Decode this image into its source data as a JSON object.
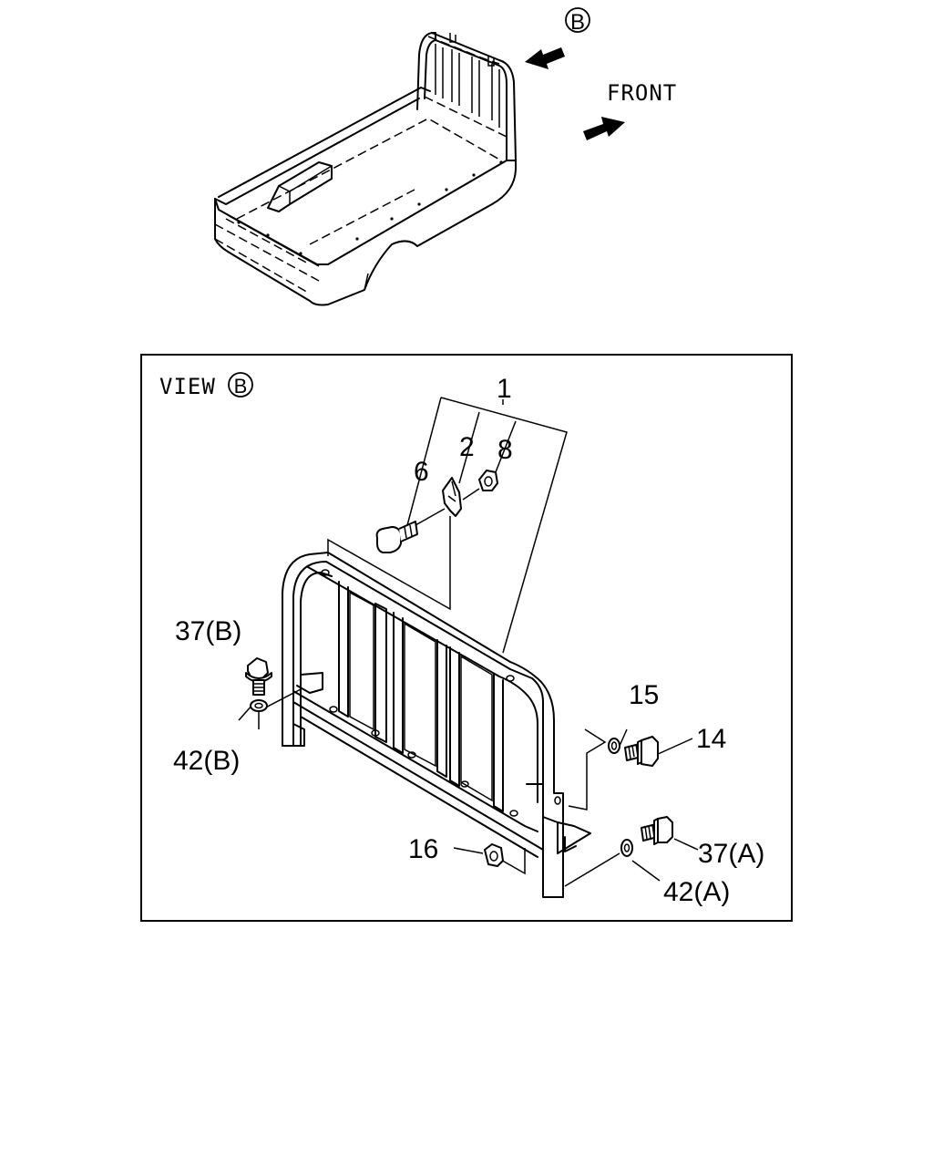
{
  "overview": {
    "view_marker": "B",
    "front_label": "FRONT"
  },
  "detail_view": {
    "title": "VIEW",
    "title_marker": "B"
  },
  "callouts": {
    "assembly": "1",
    "bracket": "2",
    "bolt_top": "6",
    "nut_top": "8",
    "bolt_side": "14",
    "washer_side": "15",
    "nut_bottom": "16",
    "bolt_37b": "37(B)",
    "washer_42b": "42(B)",
    "bolt_37a": "37(A)",
    "washer_42a": "42(A)"
  }
}
